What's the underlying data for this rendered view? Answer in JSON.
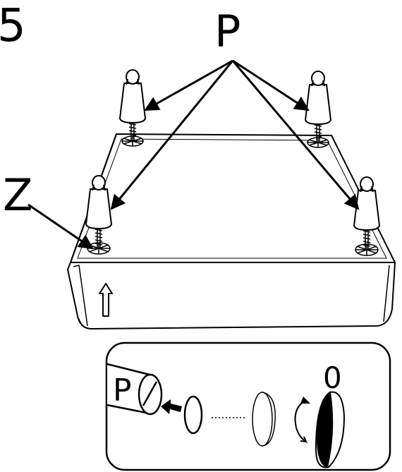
{
  "step_number": "5",
  "labels": {
    "leg": "P",
    "washer": "Z",
    "detail_leg": "P",
    "zero": "0"
  },
  "icons": {
    "up_arrow": "up-arrow-icon",
    "push_arrow": "push-arrow-icon",
    "rotate_arrow": "rotate-arrow-icon"
  },
  "colors": {
    "line": "#000000",
    "background": "#ffffff"
  }
}
